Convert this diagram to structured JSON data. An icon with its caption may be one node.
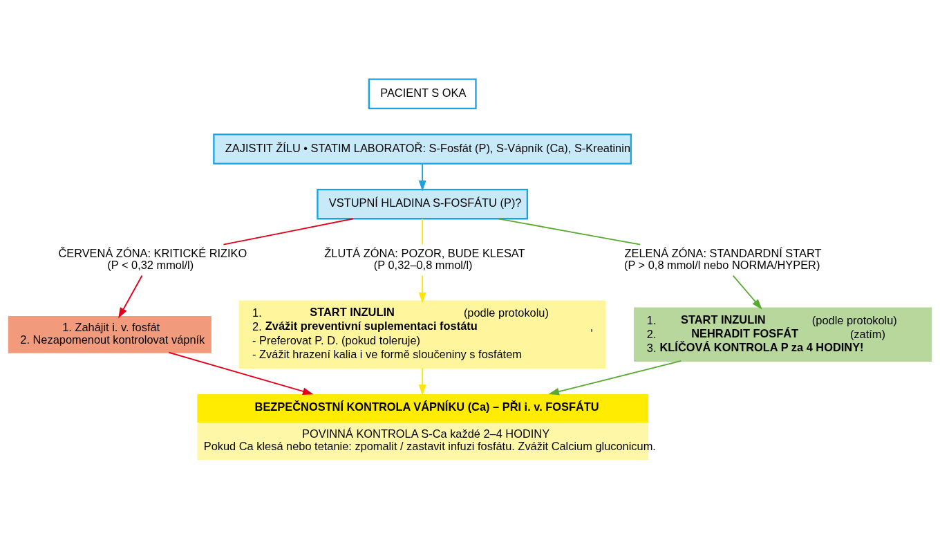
{
  "diagram": {
    "nodes": [
      {
        "text": [
          "PACIENT S OKA"
        ]
      },
      {
        "text": [
          "ZAJISTIT ŽÍLU • STATIM LABORATOŘ: S-Fosfát (P), S-Vápník (Ca), S-Kreatinin"
        ]
      },
      {
        "text": [
          "VSTUPNÍ HLADINA S-FOSFÁTU (P)?"
        ]
      },
      {
        "text": [
          "ČERVENÁ ZÓNA: KRITICKÉ RIZIKO",
          "(P < 0,32 mmol/l)"
        ]
      },
      {
        "text": [
          "ŽLUTÁ ZÓNA: POZOR, BUDE KLESAT",
          "(P 0,32–0,8 mmol/l)"
        ]
      },
      {
        "text": [
          "ZELENÁ ZÓNA: STANDARDNÍ START",
          "(P > 0,8 mmol/l nebo NORMA/HYPER)"
        ]
      },
      {
        "text": [
          "1. Zahájit i. v. fosfát",
          "2. Nezapomenout kontrolovat vápník"
        ]
      },
      {
        "text": [
          "1. **START INZULIN** (podle protokolu)",
          "2. **Zvážit preventivní suplementaci fostátu**,",
          "- Preferovat P. D. (pokud toleruje)",
          "- Zvážit hrazení kalia i ve formě sloučeniny s fosfátem"
        ]
      },
      {
        "text": [
          "1. **START INZULIN** (podle protokolu)",
          "2. **NEHRADIT FOSFÁT** (zatím)",
          "3. **KLÍČOVÁ KONTROLA P za 4 HODINY!**"
        ]
      },
      {
        "text": [
          "BEZPEČNOSTNÍ KONTROLA VÁPNÍKU (Ca) – PŘI i. v. FOSFÁTU",
          "POVINNÁ KONTROLA S-Ca každé 2–4 HODINY",
          "Pokud Ca klesá nebo tetanie: zpomalit / zastavit infuzi fosfátu. Zvážit Calcium gluconicum."
        ]
      }
    ],
    "edges": [
      {
        "from": 1,
        "to": 2,
        "arrow": "to",
        "color": "#1aa3e0"
      },
      {
        "from": 2,
        "to": 3,
        "arrow": "none",
        "color": "#e3001b"
      },
      {
        "from": 2,
        "to": 4,
        "arrow": "none",
        "color": "#ffe600"
      },
      {
        "from": 2,
        "to": 5,
        "arrow": "none",
        "color": "#5aaa32"
      },
      {
        "from": 3,
        "to": 6,
        "arrow": "to",
        "color": "#e3001b"
      },
      {
        "from": 4,
        "to": 7,
        "arrow": "to",
        "color": "#ffe600"
      },
      {
        "from": 5,
        "to": 8,
        "arrow": "to",
        "color": "#5aaa32"
      },
      {
        "from": 6,
        "to": 9,
        "arrow": "to",
        "color": "#e3001b"
      },
      {
        "from": 7,
        "to": 9,
        "arrow": "to",
        "color": "#ffe600"
      },
      {
        "from": 8,
        "to": 9,
        "arrow": "to",
        "color": "#5aaa32"
      }
    ]
  }
}
